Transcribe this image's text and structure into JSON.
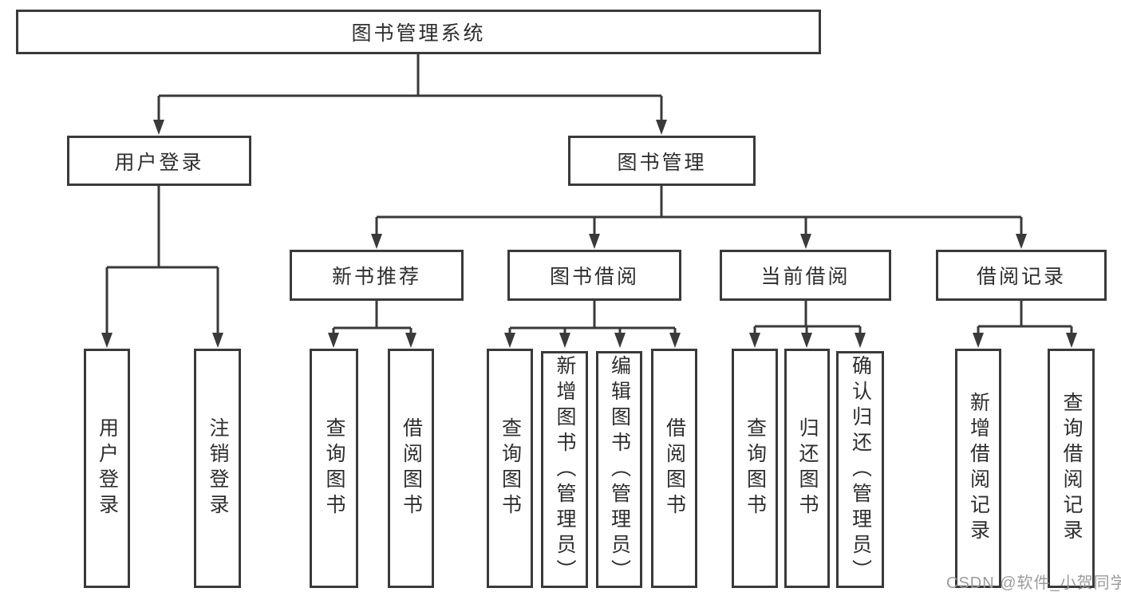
{
  "diagram": {
    "root": {
      "label": "图书管理系统"
    },
    "level2": [
      {
        "label": "用户登录"
      },
      {
        "label": "图书管理"
      }
    ],
    "level3": [
      {
        "label": "新书推荐",
        "parent": "图书管理"
      },
      {
        "label": "图书借阅",
        "parent": "图书管理"
      },
      {
        "label": "当前借阅",
        "parent": "图书管理"
      },
      {
        "label": "借阅记录",
        "parent": "图书管理"
      }
    ],
    "leaves": [
      {
        "label": "用户登录",
        "parent": "用户登录"
      },
      {
        "label": "注销登录",
        "parent": "用户登录"
      },
      {
        "label": "查询图书",
        "parent": "新书推荐"
      },
      {
        "label": "借阅图书",
        "parent": "新书推荐"
      },
      {
        "label": "查询图书",
        "parent": "图书借阅"
      },
      {
        "label": "新增图书（管理员）",
        "parent": "图书借阅"
      },
      {
        "label": "编辑图书（管理员）",
        "parent": "图书借阅"
      },
      {
        "label": "借阅图书",
        "parent": "图书借阅"
      },
      {
        "label": "查询图书",
        "parent": "当前借阅"
      },
      {
        "label": "归还图书",
        "parent": "当前借阅"
      },
      {
        "label": "确认归还（管理员）",
        "parent": "当前借阅"
      },
      {
        "label": "新增借阅记录",
        "parent": "借阅记录"
      },
      {
        "label": "查询借阅记录",
        "parent": "借阅记录"
      }
    ],
    "watermark": {
      "text": "CSDN @软件_小贺同学"
    },
    "colors": {
      "line": "#3a3a3a",
      "text": "#2e2e2e",
      "watermark": "#9c9c9c",
      "background": "#ffffff"
    }
  }
}
